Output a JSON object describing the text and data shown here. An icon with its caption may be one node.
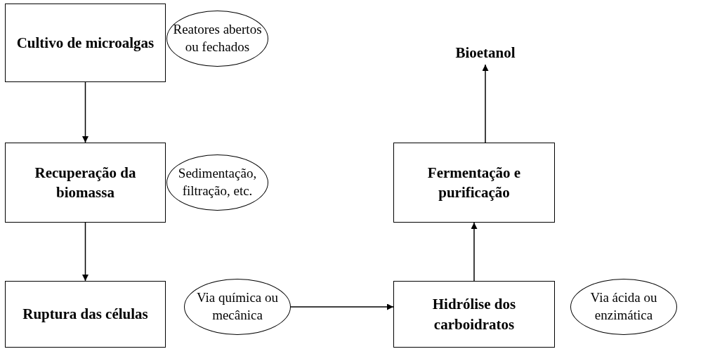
{
  "diagram": {
    "nodes": [
      {
        "text": [
          "Cultivo de microalgas"
        ]
      },
      {
        "text": [
          "Reatores abertos ou fechados"
        ]
      },
      {
        "text": [
          "Recuperação da biomassa"
        ]
      },
      {
        "text": [
          "Sedimentação, filtração, etc."
        ]
      },
      {
        "text": [
          "Ruptura das células"
        ]
      },
      {
        "text": [
          "Via química ou mecânica"
        ]
      },
      {
        "text": [
          "Hidrólise dos carboidratos"
        ]
      },
      {
        "text": [
          "Via ácida ou enzimática"
        ]
      },
      {
        "text": [
          "Fermentação e purificação"
        ]
      },
      {
        "text": [
          "Bioetanol"
        ]
      }
    ],
    "edges": [
      {
        "from": 0,
        "to": 2,
        "arrow": "to"
      },
      {
        "from": 2,
        "to": 4,
        "arrow": "to"
      },
      {
        "from": 5,
        "to": 6,
        "arrow": "to"
      },
      {
        "from": 6,
        "to": 8,
        "arrow": "to"
      },
      {
        "from": 8,
        "to": 9,
        "arrow": "to"
      }
    ]
  }
}
